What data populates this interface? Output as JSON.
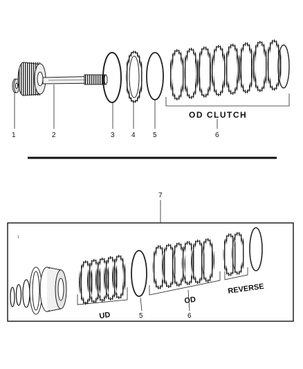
{
  "callouts_top": [
    {
      "id": "1",
      "text": "1"
    },
    {
      "id": "2",
      "text": "2"
    },
    {
      "id": "3",
      "text": "3"
    },
    {
      "id": "4",
      "text": "4"
    },
    {
      "id": "5",
      "text": "5"
    },
    {
      "id": "6",
      "text": "6"
    }
  ],
  "callout_kit": "7",
  "callouts_bottom": [
    {
      "id": "5b",
      "text": "5"
    },
    {
      "id": "6b",
      "text": "6"
    }
  ],
  "groups": {
    "od_clutch": "OD CLUTCH",
    "ud": "UD",
    "od": "OD",
    "reverse": "REVERSE"
  },
  "tiny_mark": "1"
}
